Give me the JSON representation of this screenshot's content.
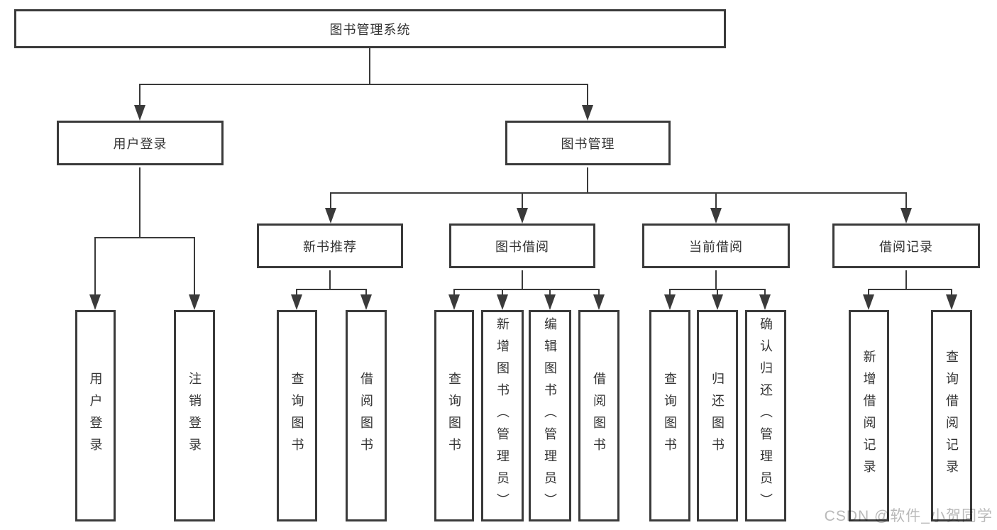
{
  "colors": {
    "line": "#3a3a3a",
    "box_border": "#3a3a3a",
    "box_fill": "#ffffff",
    "text": "#333333",
    "watermark": "#b9b9b9",
    "background": "#ffffff"
  },
  "watermark": "CSDN @软件_小贺同学",
  "tree": {
    "label": "图书管理系统",
    "children": [
      {
        "label": "用户登录",
        "children": [
          {
            "label": "用户登录"
          },
          {
            "label": "注销登录"
          }
        ]
      },
      {
        "label": "图书管理",
        "children": [
          {
            "label": "新书推荐",
            "children": [
              {
                "label": "查询图书"
              },
              {
                "label": "借阅图书"
              }
            ]
          },
          {
            "label": "图书借阅",
            "children": [
              {
                "label": "查询图书"
              },
              {
                "label": "新增图书（管理员）"
              },
              {
                "label": "编辑图书（管理员）"
              },
              {
                "label": "借阅图书"
              }
            ]
          },
          {
            "label": "当前借阅",
            "children": [
              {
                "label": "查询图书"
              },
              {
                "label": "归还图书"
              },
              {
                "label": "确认归还（管理员）"
              }
            ]
          },
          {
            "label": "借阅记录",
            "children": [
              {
                "label": "新增借阅记录"
              },
              {
                "label": "查询借阅记录"
              }
            ]
          }
        ]
      }
    ]
  }
}
